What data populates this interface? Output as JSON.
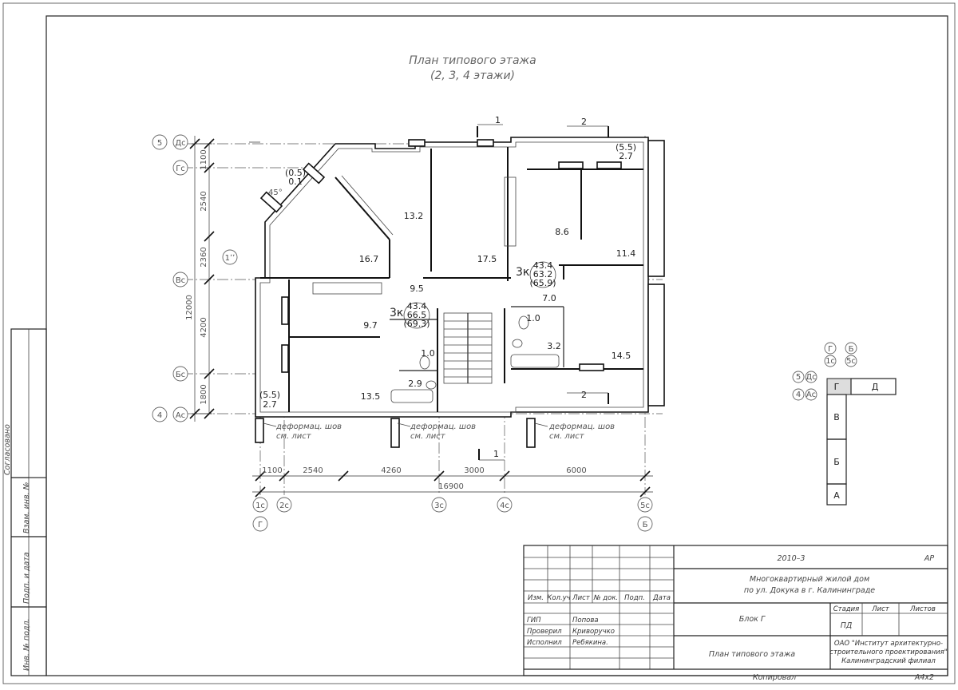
{
  "drawing": {
    "title_line1": "План типового этажа",
    "title_line2": "(2, 3, 4 этажи)"
  },
  "axes": {
    "rows": [
      "Дс",
      "Гс",
      "Вс",
      "Бс",
      "Ас"
    ],
    "row_prefix_top": "5",
    "row_prefix_bottom": "4",
    "cols": [
      "1с",
      "2с",
      "3с",
      "4с",
      "5с"
    ],
    "col_sub_left": "Г",
    "col_sub_right": "Б",
    "fig_label": "1ʼʼ"
  },
  "dims": {
    "left": [
      "1100",
      "2540",
      "2360",
      "4200",
      "1800"
    ],
    "left_total": "12000",
    "bottom": [
      "1100",
      "2540",
      "4260",
      "3000",
      "6000"
    ],
    "bottom_total": "16900",
    "angle": "45°"
  },
  "sections": {
    "s1": "1",
    "s2": "2"
  },
  "rooms": [
    {
      "label": "(0.5)",
      "v": "0.1"
    },
    {
      "v": "13.2"
    },
    {
      "v": "16.7"
    },
    {
      "v": "17.5"
    },
    {
      "v": "8.6"
    },
    {
      "v": "11.4"
    },
    {
      "label": "(5.5)",
      "v": "2.7"
    },
    {
      "v": "9.5"
    },
    {
      "v": "7.0"
    },
    {
      "v": "9.7"
    },
    {
      "v": "1.0"
    },
    {
      "v": "1.0"
    },
    {
      "v": "3.2"
    },
    {
      "v": "14.5"
    },
    {
      "v": "2.9"
    },
    {
      "v": "13.5"
    },
    {
      "label": "(5.5)",
      "v": "2.7"
    }
  ],
  "apartments": [
    {
      "type": "3к",
      "a": "43.4",
      "b": "63.2",
      "c": "(65.9)"
    },
    {
      "type": "3к",
      "a": "43.4",
      "b": "66.5",
      "c": "(69.3)"
    }
  ],
  "notes": {
    "joint_line1": "деформац. шов",
    "joint_line2": "см. лист"
  },
  "keyplan": {
    "top_g": "Г",
    "top_b": "Б",
    "top_1c": "1с",
    "top_5c": "5с",
    "row_5": "5",
    "row_dc": "Дс",
    "row_4": "4",
    "row_ac": "Ас",
    "blocks": [
      "Г",
      "Д",
      "В",
      "Б",
      "А"
    ]
  },
  "side_stamp": {
    "agreed": "Согласовано",
    "vzam": "Взам. инв. №",
    "podp": "Подп. и дата",
    "inv": "Инв. № подл."
  },
  "title_block": {
    "code": "2010–3",
    "section": "АР",
    "project_line1": "Многоквартирный жилой дом",
    "project_line2": "по ул. Докука в г. Калининграде",
    "headers": [
      "Изм.",
      "Кол.уч",
      "Лист",
      "№ док.",
      "Подп.",
      "Дата"
    ],
    "roles": [
      {
        "role": "ГИП",
        "name": "Попова"
      },
      {
        "role": "Проверил",
        "name": "Криворучко"
      },
      {
        "role": "Исполнил",
        "name": "Ребякина."
      }
    ],
    "block_name": "Блок Г",
    "stage_header": "Стадия",
    "sheet_header": "Лист",
    "sheets_header": "Листов",
    "stage_value": "ПД",
    "sheet_title": "План типового этажа",
    "org_line1": "ОАО \"Институт архитектурно-",
    "org_line2": "строительного проектирования\"",
    "org_line3": "Калининградский филиал",
    "copied": "Копировал",
    "format": "А4х2"
  }
}
